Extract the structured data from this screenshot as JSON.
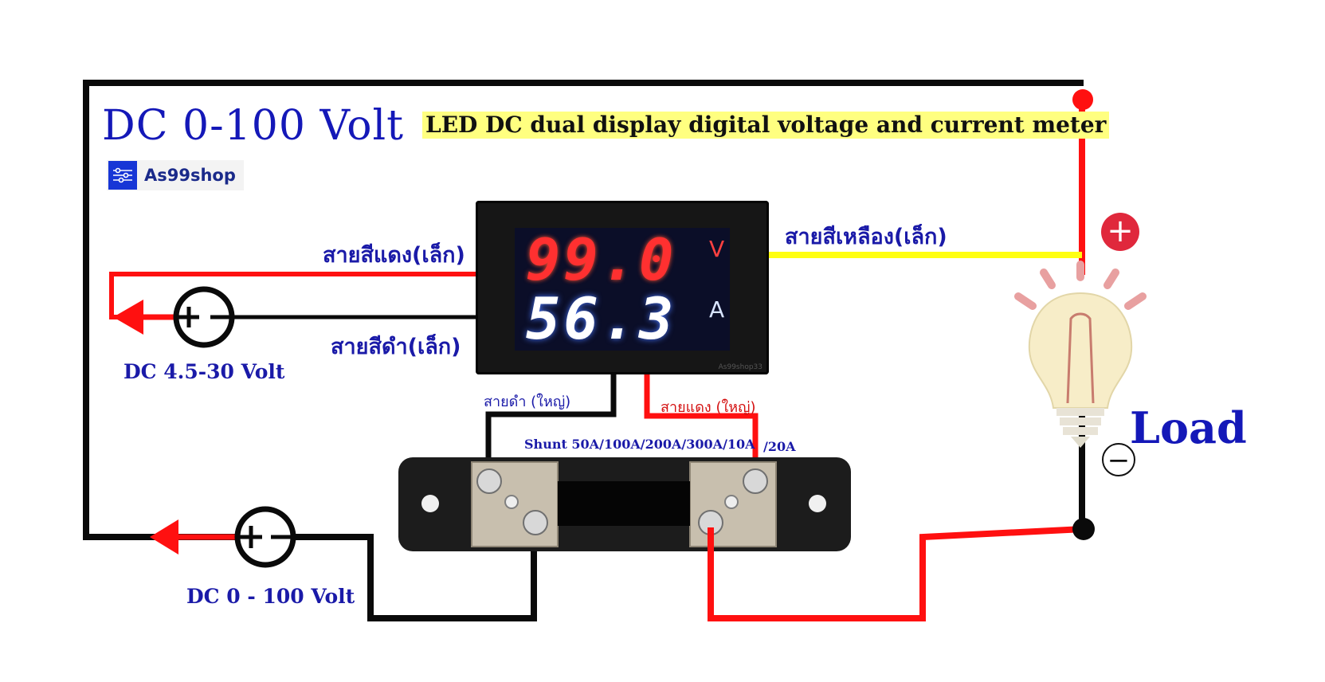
{
  "title": "DC 0-100 Volt",
  "subtitle": "LED DC dual display digital voltage and current meter",
  "logo": {
    "text": "As99shop",
    "icon": "circuit-board-icon"
  },
  "meter": {
    "voltage_reading": "99.0",
    "voltage_unit": "V",
    "current_reading": "56.3",
    "current_unit": "A",
    "brand_text": "As99shop33"
  },
  "wire_labels": {
    "red_small": "สายสีแดง(เล็ก)",
    "black_small": "สายสีดำ(เล็ก)",
    "yellow_small": "สายสีเหลือง(เล็ก)",
    "black_big": "สายดำ (ใหญ่)",
    "red_big": "สายแดง (ใหญ่)"
  },
  "supplies": {
    "small": "DC 4.5-30 Volt",
    "main": "DC 0 - 100 Volt"
  },
  "shunt": {
    "label": "Shunt  50A/100A/200A/300A/10A",
    "label_extra": "/20A"
  },
  "load": {
    "label": "Load",
    "plus_symbol": "+",
    "minus_symbol": "−",
    "icon": "light-bulb-icon"
  },
  "colors": {
    "wire_red": "#ff1010",
    "wire_black": "#0a0a0a",
    "wire_yellow": "#ffff10",
    "label_blue": "#1a1aa8",
    "title_blue": "#1418b8",
    "plus_badge": "#e0283c"
  }
}
